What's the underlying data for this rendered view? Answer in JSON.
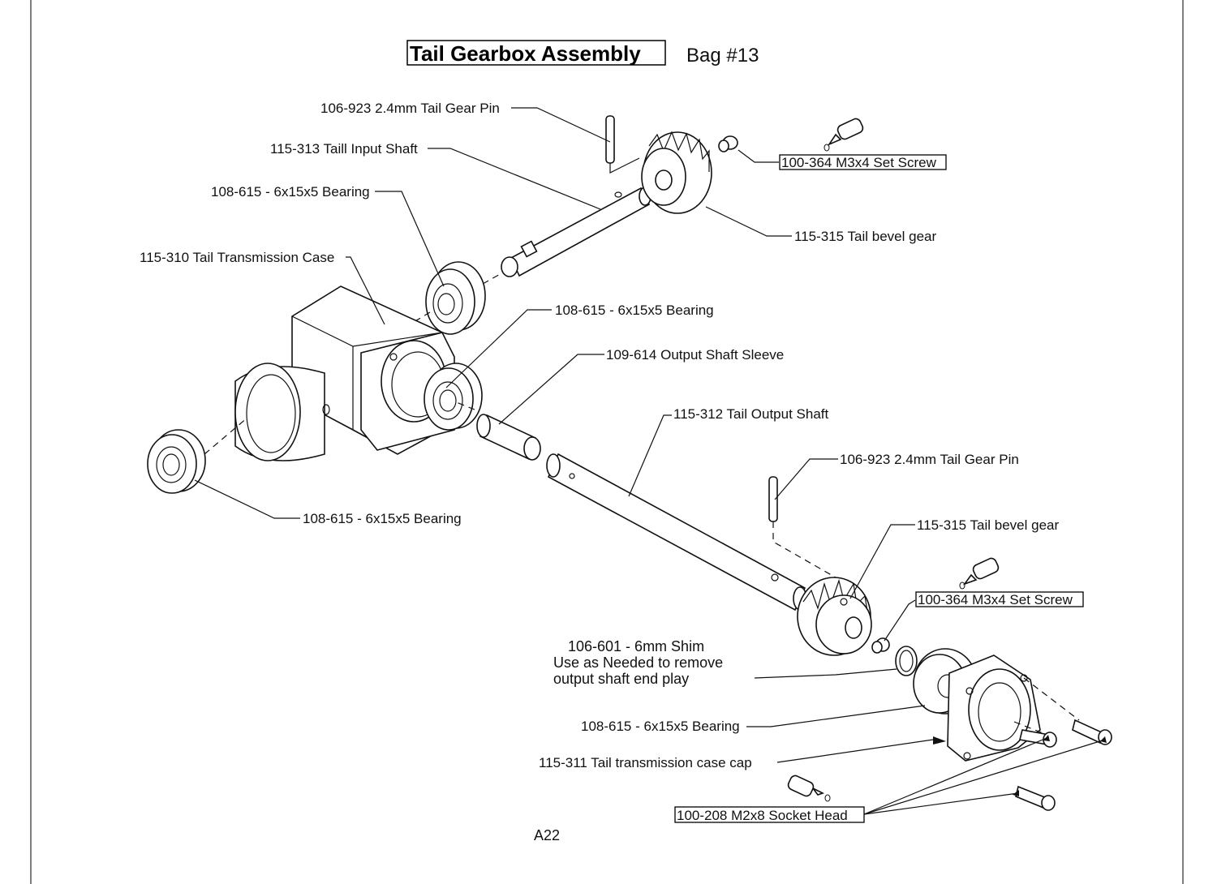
{
  "title": "Tail Gearbox Assembly",
  "bag": "Bag #13",
  "page_number": "A22",
  "labels": {
    "gear_pin_top": "106-923 2.4mm Tail Gear Pin",
    "input_shaft": "115-313 Taill Input Shaft",
    "bearing_top": "108-615 - 6x15x5 Bearing",
    "transmission_case": "115-310 Tail Transmission Case",
    "set_screw_top": "100-364 M3x4 Set Screw",
    "bevel_gear_top": "115-315 Tail bevel gear",
    "bearing_mid": "108-615 - 6x15x5 Bearing",
    "output_sleeve": "109-614 Output Shaft Sleeve",
    "output_shaft": "115-312 Tail Output Shaft",
    "gear_pin_bottom": "106-923 2.4mm Tail Gear Pin",
    "bearing_left": "108-615 - 6x15x5 Bearing",
    "bevel_gear_bottom": "115-315 Tail bevel gear",
    "set_screw_bottom": "100-364 M3x4 Set Screw",
    "shim_line1": "106-601 - 6mm Shim",
    "shim_line2": "Use as Needed to remove",
    "shim_line3": "output shaft end play",
    "bearing_bottom": "108-615 - 6x15x5 Bearing",
    "case_cap": "115-311 Tail transmission case cap",
    "socket_head": "100-208 M2x8 Socket Head"
  }
}
